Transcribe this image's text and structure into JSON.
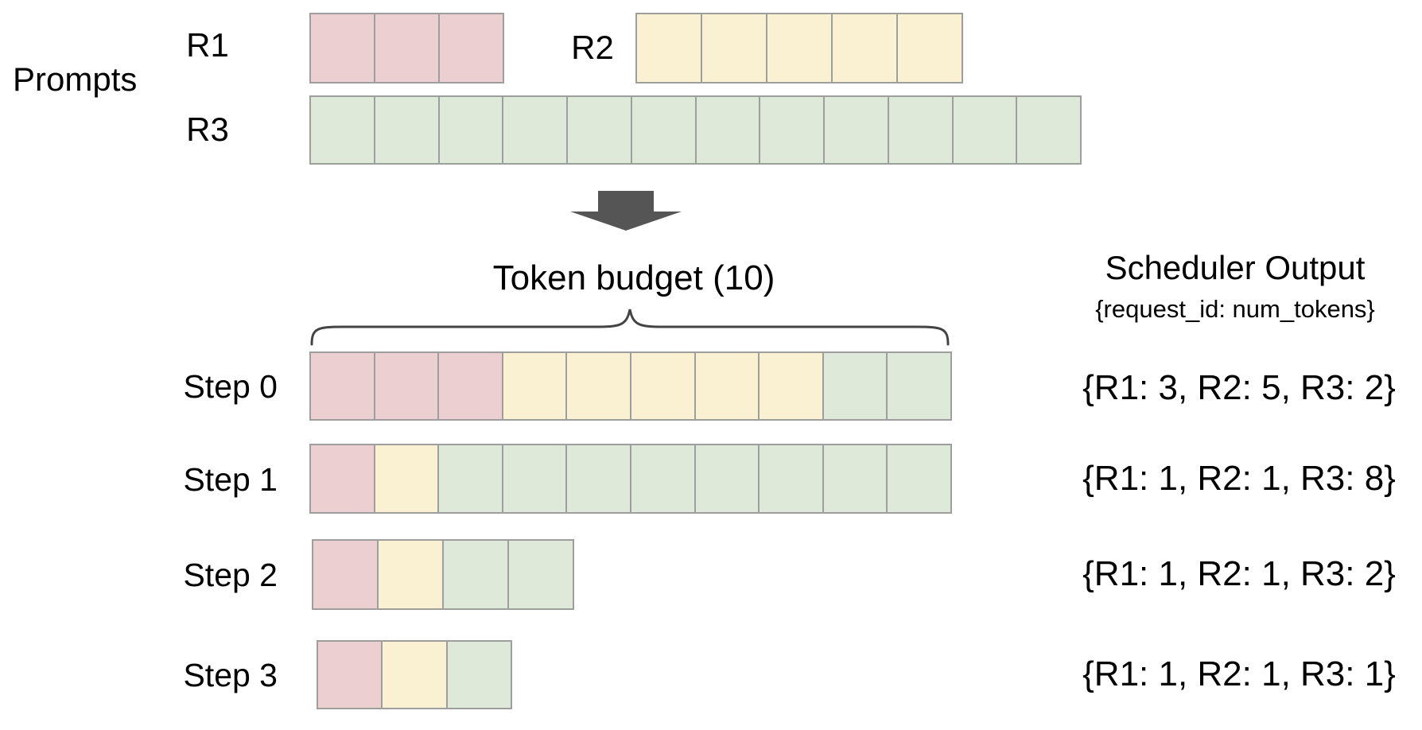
{
  "colors": {
    "R1": "#eccfd0",
    "R2": "#faf0d2",
    "R3": "#dee9d9",
    "border": "#9e9e9c",
    "arrow": "#555555",
    "brace": "#444444"
  },
  "prompts": {
    "label": "Prompts",
    "rows": [
      {
        "id": "R1",
        "label": "R1",
        "tokens": 3
      },
      {
        "id": "R2",
        "label": "R2",
        "tokens": 5
      },
      {
        "id": "R3",
        "label": "R3",
        "tokens": 12
      }
    ]
  },
  "token_budget": {
    "label": "Token budget (10)",
    "value": 10
  },
  "scheduler": {
    "title": "Scheduler Output",
    "subtitle": "{request_id: num_tokens}"
  },
  "steps": [
    {
      "label": "Step 0",
      "allocation": {
        "R1": 3,
        "R2": 5,
        "R3": 2
      },
      "output": "{R1: 3, R2: 5, R3: 2}"
    },
    {
      "label": "Step 1",
      "allocation": {
        "R1": 1,
        "R2": 1,
        "R3": 8
      },
      "output": "{R1: 1, R2: 1, R3: 8}"
    },
    {
      "label": "Step 2",
      "allocation": {
        "R1": 1,
        "R2": 1,
        "R3": 2
      },
      "output": "{R1: 1, R2: 1, R3: 2}"
    },
    {
      "label": "Step 3",
      "allocation": {
        "R1": 1,
        "R2": 1,
        "R3": 1
      },
      "output": "{R1: 1, R2: 1, R3: 1}"
    }
  ]
}
